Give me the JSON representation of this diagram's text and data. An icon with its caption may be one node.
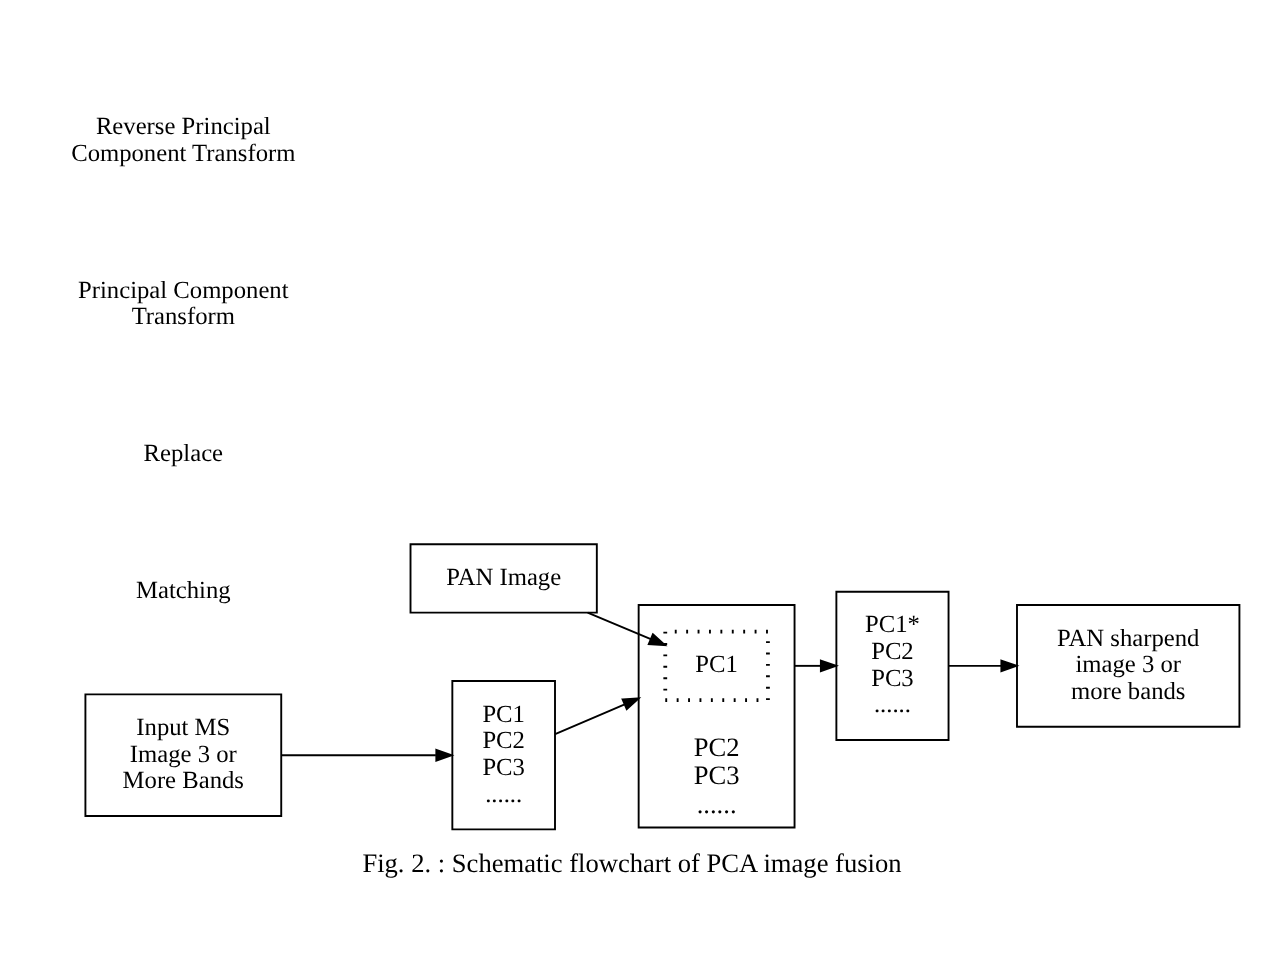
{
  "diagram": {
    "caption": "Fig. 2. : Schematic flowchart of PCA image fusion",
    "nodes": [
      {
        "text": [
          "PAN Image"
        ]
      },
      {
        "text": [
          "Input MS Image 3 or More Bands"
        ]
      },
      {
        "text": [
          "PC1",
          "PC2",
          "PC3",
          "......"
        ]
      },
      {
        "text": [
          "PC2",
          "PC3",
          "......"
        ]
      },
      {
        "text": [
          "PC1"
        ],
        "in": 3
      },
      {
        "text": [
          "PC1*",
          "PC2",
          "PC3",
          "......"
        ]
      },
      {
        "text": [
          "PAN sharpend image 3 or more bands"
        ]
      }
    ],
    "edges": [
      {
        "from": 1,
        "to": 2,
        "arrow": "to"
      },
      {
        "from": 2,
        "to": 3,
        "arrow": "to"
      },
      {
        "from": 0,
        "to": 4,
        "arrow": "to"
      },
      {
        "from": 3,
        "to": 5,
        "arrow": "to"
      },
      {
        "from": 5,
        "to": 6,
        "arrow": "to"
      }
    ],
    "labels": [
      "Matching",
      "Replace",
      "Principal Component Transform",
      "Reverse Principal Component Transform"
    ]
  }
}
